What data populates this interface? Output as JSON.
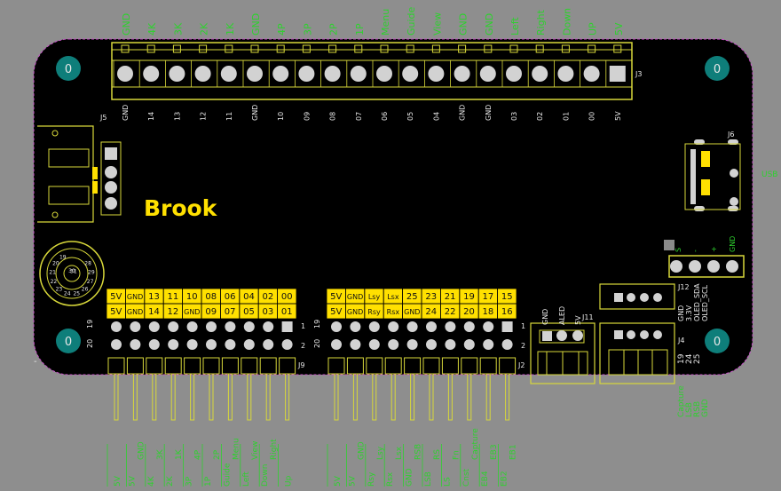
{
  "top_header_labels": [
    "GND",
    "4K",
    "3K",
    "2K",
    "1K",
    "GND",
    "4P",
    "3P",
    "2P",
    "1P",
    "Menu",
    "Guide",
    "View",
    "GND",
    "GND",
    "Left",
    "Right",
    "Down",
    "UP",
    "5V"
  ],
  "j3_pin_labels": [
    "GND",
    "14",
    "13",
    "12",
    "11",
    "GND",
    "10",
    "09",
    "08",
    "07",
    "06",
    "05",
    "04",
    "GND",
    "GND",
    "03",
    "02",
    "01",
    "00",
    "5V"
  ],
  "refs": {
    "j3": "J3",
    "j5": "J5",
    "j6": "J6",
    "j9": "J9",
    "j2": "J2",
    "j11": "J11",
    "j12": "J12",
    "j4": "J4"
  },
  "mount_hole_label": "0",
  "logo": "Brook",
  "usb_label": "USB",
  "j6_pins": [
    "GND",
    "+",
    "-",
    "S"
  ],
  "j9_table": {
    "top": [
      "5V",
      "GND",
      "13",
      "11",
      "10",
      "08",
      "06",
      "04",
      "02",
      "00"
    ],
    "bottom": [
      "5V",
      "GND",
      "14",
      "12",
      "GND",
      "09",
      "07",
      "05",
      "03",
      "01"
    ]
  },
  "j2_table": {
    "top": [
      "5V",
      "GND",
      "Lsy",
      "Lsx",
      "25",
      "23",
      "21",
      "19",
      "17",
      "15"
    ],
    "bottom": [
      "5V",
      "GND",
      "Rsy",
      "Rsx",
      "GND",
      "24",
      "22",
      "20",
      "18",
      "16"
    ]
  },
  "header_row_numbers": {
    "left_top": "19",
    "left_bottom": "20",
    "right_top": "1",
    "right_bottom": "2"
  },
  "j9_bottom_labels": [
    [
      "5V"
    ],
    [
      "5V",
      "GND"
    ],
    [
      "4K",
      "3K"
    ],
    [
      "2K",
      "1K"
    ],
    [
      "3P",
      "4P"
    ],
    [
      "1P",
      "2P"
    ],
    [
      "Guide",
      "Menu"
    ],
    [
      "Left",
      "View"
    ],
    [
      "Down",
      "Right"
    ],
    [
      "Up"
    ]
  ],
  "j2_bottom_labels": [
    [
      "5V"
    ],
    [
      "5V",
      "GND"
    ],
    [
      "Rsy",
      "Lsy"
    ],
    [
      "Rsx",
      "Lsx"
    ],
    [
      "GND",
      "RSB"
    ],
    [
      "LSB",
      "RS"
    ],
    [
      "LS",
      "Fn"
    ],
    [
      "Cnst",
      "Capture"
    ],
    [
      "EB4",
      "EB3"
    ],
    [
      "EB2",
      "EB1"
    ]
  ],
  "j11_labels": [
    "GND",
    "ALED",
    "5V"
  ],
  "j12_labels": [
    "GND",
    "3.3V",
    "OLED_SDA",
    "OLED_SCL"
  ],
  "j4_labels": [
    "Capture",
    "LSB",
    "RSB",
    "GND"
  ],
  "j4_numbers": [
    "19",
    "24",
    "25"
  ],
  "dial_labels": [
    "30",
    "31",
    "28",
    "29",
    "27",
    "26",
    "25",
    "24",
    "23",
    "22",
    "21",
    "20",
    "19"
  ],
  "minor_marks": [
    "-"
  ]
}
